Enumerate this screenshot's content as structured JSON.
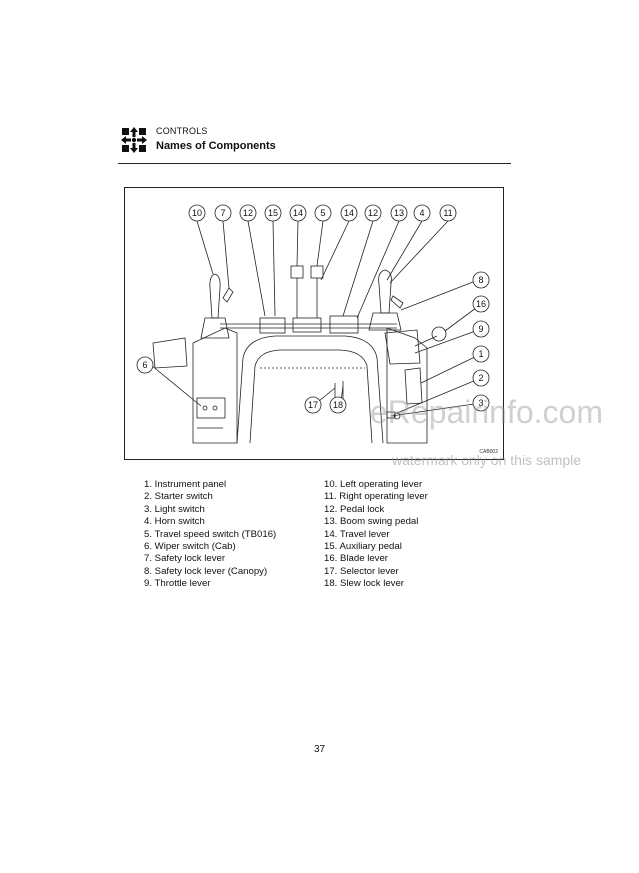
{
  "header": {
    "section": "CONTROLS",
    "title": "Names of Components"
  },
  "figure": {
    "code": "CAB002",
    "callouts": [
      "10",
      "7",
      "12",
      "15",
      "14",
      "5",
      "14",
      "12",
      "13",
      "4",
      "11",
      "8",
      "16",
      "9",
      "1",
      "2",
      "3",
      "6",
      "17",
      "18"
    ]
  },
  "legend": {
    "left": [
      "1. Instrument panel",
      "2. Starter switch",
      "3. Light switch",
      "4. Horn switch",
      "5. Travel speed switch (TB016)",
      "6. Wiper switch (Cab)",
      "7. Safety lock lever",
      "8. Safety lock lever (Canopy)",
      "9. Throttle lever"
    ],
    "right": [
      "10. Left operating lever",
      "11. Right operating lever",
      "12. Pedal lock",
      "13. Boom swing pedal",
      "14. Travel lever",
      "15. Auxiliary pedal",
      "16. Blade lever",
      "17. Selector lever",
      "18. Slew lock lever"
    ]
  },
  "page_number": "37",
  "watermark": {
    "brand": "eRepairinfo.com",
    "note": "watermark only on this sample"
  }
}
